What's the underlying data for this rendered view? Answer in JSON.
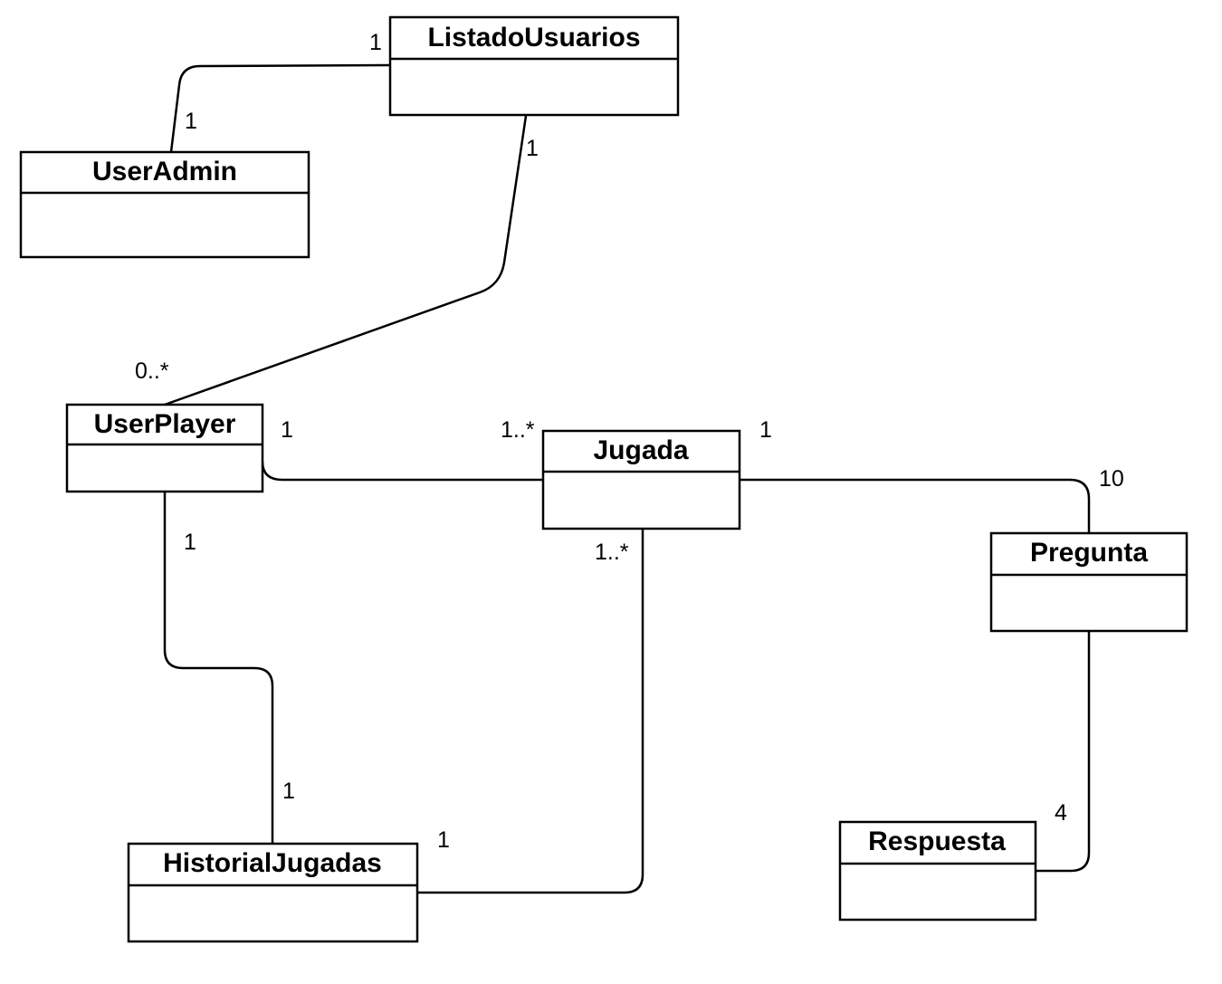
{
  "classes": {
    "listado_usuarios": "ListadoUsuarios",
    "user_admin": "UserAdmin",
    "user_player": "UserPlayer",
    "jugada": "Jugada",
    "pregunta": "Pregunta",
    "historial_jugadas": "HistorialJugadas",
    "respuesta": "Respuesta"
  },
  "associations": {
    "listado_useradmin": {
      "listado_end": "1",
      "useradmin_end": "1"
    },
    "listado_userplayer": {
      "listado_end": "1",
      "userplayer_end": "0..*"
    },
    "userplayer_jugada": {
      "userplayer_end": "1",
      "jugada_end": "1..*"
    },
    "jugada_pregunta": {
      "jugada_end": "1",
      "pregunta_end": "10"
    },
    "userplayer_historial": {
      "userplayer_end": "1",
      "historial_end": "1"
    },
    "jugada_historial": {
      "jugada_end": "1..*",
      "historial_end": "1"
    },
    "pregunta_respuesta": {
      "respuesta_end": "4"
    }
  }
}
